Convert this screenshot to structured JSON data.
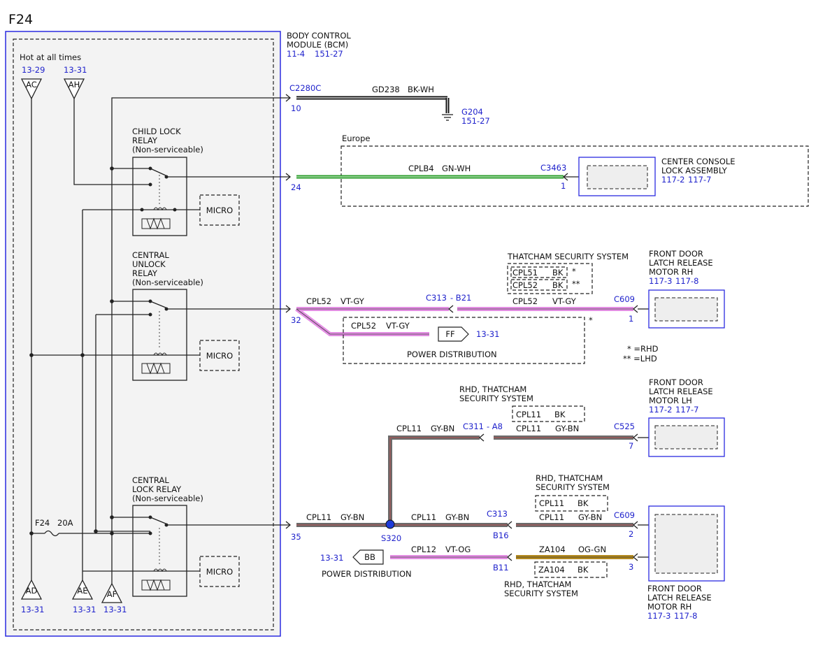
{
  "page_label": "F24",
  "bcm": {
    "name_line1": "BODY CONTROL",
    "name_line2": "MODULE (BCM)",
    "ref1": "11-4",
    "ref2": "151-27"
  },
  "hot_label": "Hot at all times",
  "inputs": {
    "ac": {
      "label": "AC",
      "ref": "13-29"
    },
    "ah": {
      "label": "AH",
      "ref": "13-31"
    },
    "ad": {
      "label": "AD",
      "ref": "13-31"
    },
    "ae": {
      "label": "AE",
      "ref": "13-31"
    },
    "af": {
      "label": "AF",
      "ref": "13-31"
    }
  },
  "fuse": {
    "name": "F24",
    "rating": "20A"
  },
  "relays": {
    "child": {
      "l1": "CHILD LOCK",
      "l2": "RELAY",
      "l3": "(Non-serviceable)"
    },
    "unlock": {
      "l1": "CENTRAL",
      "l2": "UNLOCK",
      "l3": "RELAY",
      "l4": "(Non-serviceable)"
    },
    "lock": {
      "l1": "CENTRAL",
      "l2": "LOCK RELAY",
      "l3": "(Non-serviceable)"
    }
  },
  "micro": "MICRO",
  "ground": {
    "connector": "C2280C",
    "pin": "10",
    "circuit": "GD238",
    "color": "BK-WH",
    "ground_id": "G204",
    "ground_ref": "151-27"
  },
  "europe": {
    "label": "Europe",
    "pin": "24",
    "circuit": "CPLB4",
    "color": "GN-WH",
    "connector": "C3463",
    "conn_pin": "1",
    "device_l1": "CENTER CONSOLE",
    "device_l2": "LOCK ASSEMBLY",
    "ref1": "117-2",
    "ref2": "117-7"
  },
  "unlock_circuit": {
    "pin": "32",
    "circuit": "CPL52",
    "color": "VT-GY",
    "inline": "C313",
    "inline_pin": "- B21",
    "circuit2": "CPL52",
    "color2": "VT-GY",
    "connector": "C609",
    "conn_pin": "1",
    "thatcham_label": "THATCHAM SECURITY SYSTEM",
    "thatcham_rows": [
      {
        "circuit": "CPL51",
        "color": "BK",
        "mark": "*"
      },
      {
        "circuit": "CPL52",
        "color": "BK",
        "mark": "**"
      }
    ],
    "device_l1": "FRONT DOOR",
    "device_l2": "LATCH RELEASE",
    "device_l3": "MOTOR RH",
    "ref1": "117-3",
    "ref2": "117-8",
    "branch_circuit": "CPL52",
    "branch_color": "VT-GY",
    "branch_target": "FF",
    "branch_ref": "13-31",
    "power_dist": "POWER DISTRIBUTION",
    "asterisk": "*"
  },
  "legend": {
    "rhd": "* =RHD",
    "lhd": "** =LHD"
  },
  "lh_circuit": {
    "label_l1": "RHD, THATCHAM",
    "label_l2": "SECURITY SYSTEM",
    "alt_circuit": "CPL11",
    "alt_color": "BK",
    "circuit": "CPL11",
    "color": "GY-BN",
    "inline": "C311",
    "inline_pin": "- A8",
    "circuit2": "CPL11",
    "color2": "GY-BN",
    "connector": "C525",
    "conn_pin": "7",
    "device_l1": "FRONT DOOR",
    "device_l2": "LATCH RELEASE",
    "device_l3": "MOTOR LH",
    "ref1": "117-2",
    "ref2": "117-7"
  },
  "lock_circuit": {
    "pin": "35",
    "circuit": "CPL11",
    "color": "GY-BN",
    "splice": "S320",
    "circuit_b": "CPL11",
    "color_b": "GY-BN",
    "inline": "C313",
    "inline_pin": "B16",
    "label_l1": "RHD, THATCHAM",
    "label_l2": "SECURITY SYSTEM",
    "alt_circuit": "CPL11",
    "alt_color": "BK",
    "circuit_c": "CPL11",
    "color_c": "GY-BN",
    "connector": "C609",
    "pin_2": "2",
    "pin_3": "3",
    "bb_ref": "13-31",
    "bb_label": "BB",
    "bb_power_dist": "POWER DISTRIBUTION",
    "cpl12": "CPL12",
    "cpl12_color": "VT-OG",
    "b11": "B11",
    "za104": "ZA104",
    "za104_color": "OG-GN",
    "za_alt": "ZA104",
    "za_alt_color": "BK",
    "bottom_l1": "RHD, THATCHAM",
    "bottom_l2": "SECURITY SYSTEM",
    "device_l1": "FRONT DOOR",
    "device_l2": "LATCH RELEASE",
    "device_l3": "MOTOR RH",
    "ref1": "117-3",
    "ref2": "117-8"
  },
  "colors": {
    "module_border": "#2b2be0",
    "pink": "#e38ee3",
    "green": "#2e9e2e",
    "olive": "#b48a1f",
    "gy_bn": "#6b6b6b"
  }
}
